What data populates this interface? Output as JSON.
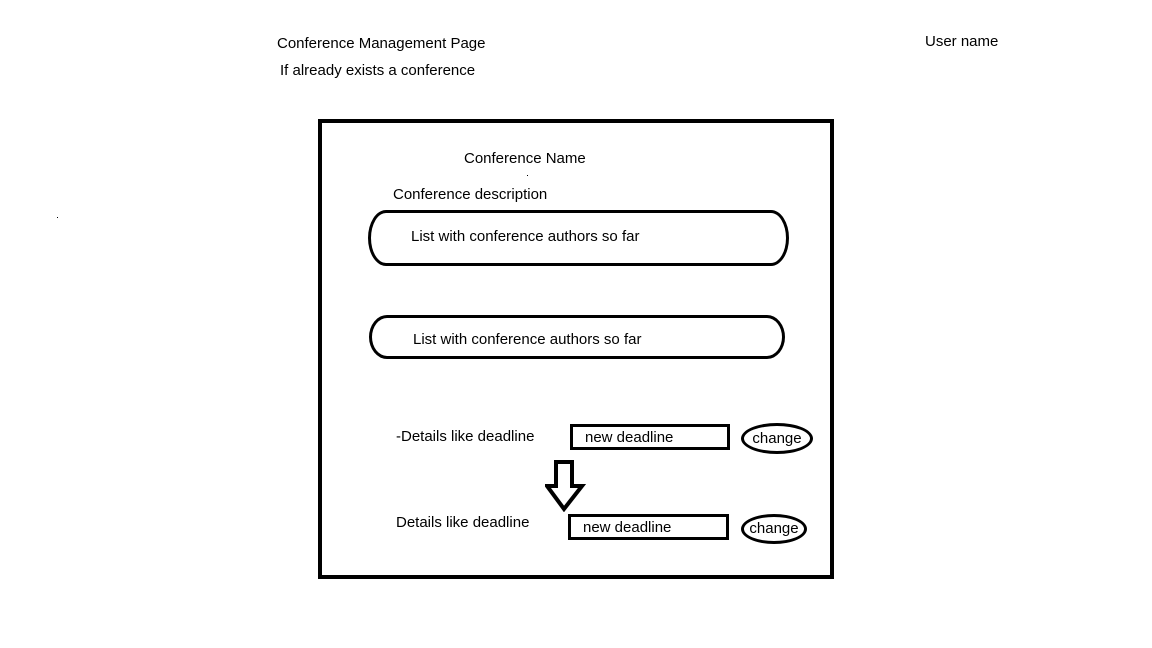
{
  "header": {
    "page_title": "Conference Management Page",
    "page_subtitle": "If already exists a conference",
    "user_name": "User name"
  },
  "conference": {
    "name": "Conference Name",
    "description": "Conference description",
    "lists": [
      {
        "label": "List with conference authors so far"
      },
      {
        "label": "List with conference authors so far"
      }
    ],
    "details": [
      {
        "label": "-Details like deadline",
        "input_placeholder": "new deadline",
        "button_label": "change"
      },
      {
        "label": "Details like deadline",
        "input_placeholder": "new deadline",
        "button_label": "change"
      }
    ]
  },
  "icons": {
    "transition_arrow": "down-arrow-icon"
  }
}
